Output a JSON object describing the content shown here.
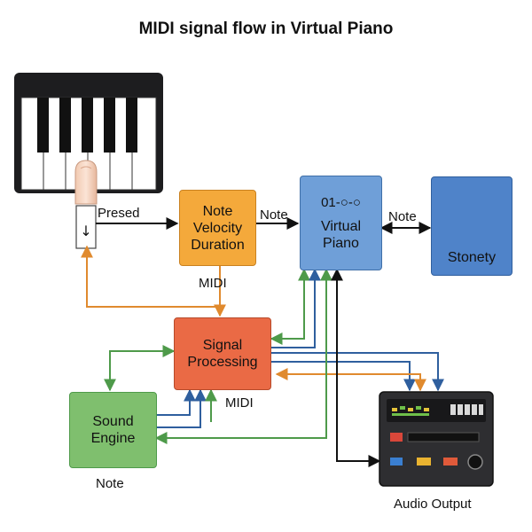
{
  "title": "MIDI signal flow in Virtual Piano",
  "keyboard": {
    "pressed_label": "Presed",
    "arrow_glyph": "↓"
  },
  "note_box": {
    "lines": [
      "Note",
      "Velocity",
      "Duration"
    ],
    "color": "#f4a93b"
  },
  "virtual_piano": {
    "indicator": "01-○-○",
    "lines": [
      "Virtual",
      "Piano"
    ],
    "color": "#6f9fd8"
  },
  "stonety": {
    "label": "Stonety",
    "color": "#4f83c9"
  },
  "signal_processing": {
    "lines": [
      "Signal",
      "Processing"
    ],
    "color": "#ea6a45"
  },
  "sound_engine": {
    "lines": [
      "Sound",
      "Engine"
    ],
    "color": "#7fbf6e"
  },
  "audio_output": {
    "label": "Audio Output"
  },
  "edge_labels": {
    "note_top": "Note",
    "note_right": "Note",
    "midi_top": "MIDI",
    "midi_bottom": "MIDI",
    "note_bottom": "Note"
  },
  "colors": {
    "orange_line": "#e08a2e",
    "green_line": "#4e9a4a",
    "blue_line": "#2f5f9e",
    "black_line": "#111111"
  }
}
